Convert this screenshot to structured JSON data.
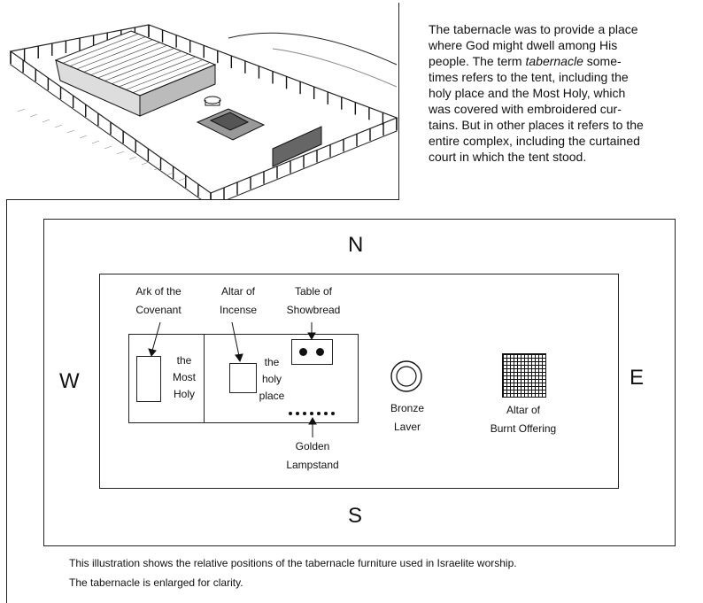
{
  "intro": {
    "line1": "The tabernacle was to provide a place",
    "line2": "where God might dwell among His",
    "line3_pre": "people. The term ",
    "line3_term": "tabernacle",
    "line3_post": " some-",
    "line4": "times refers to the tent, including the",
    "line5": "holy place and the Most Holy, which",
    "line6": "was covered with embroidered cur-",
    "line7": "tains. But in other places it refers to the",
    "line8": "entire complex, including the curtained",
    "line9": "court in which the tent stood."
  },
  "compass": {
    "north": "N",
    "south": "S",
    "west": "W",
    "east": "E"
  },
  "labels": {
    "ark": [
      "Ark of the",
      "Covenant"
    ],
    "most_holy": [
      "the",
      "Most",
      "Holy"
    ],
    "altar_incense": [
      "Altar of",
      "Incense"
    ],
    "holy_place": [
      "the",
      "holy",
      "place"
    ],
    "table": [
      "Table of",
      "Showbread"
    ],
    "lampstand": [
      "Golden",
      "Lampstand"
    ],
    "laver": [
      "Bronze",
      "Laver"
    ],
    "burnt_altar": [
      "Altar of",
      "Burnt Offering"
    ]
  },
  "caption": {
    "line1": "This illustration shows the relative positions of the tabernacle furniture used in Israelite worship.",
    "line2": "The tabernacle is enlarged for clarity."
  },
  "colors": {
    "ink": "#111111",
    "paper": "#ffffff"
  },
  "icons": {
    "sketch": "tabernacle-sketch-illustration",
    "laver": "bronze-laver-circle",
    "altar": "burnt-offering-altar-grid"
  }
}
